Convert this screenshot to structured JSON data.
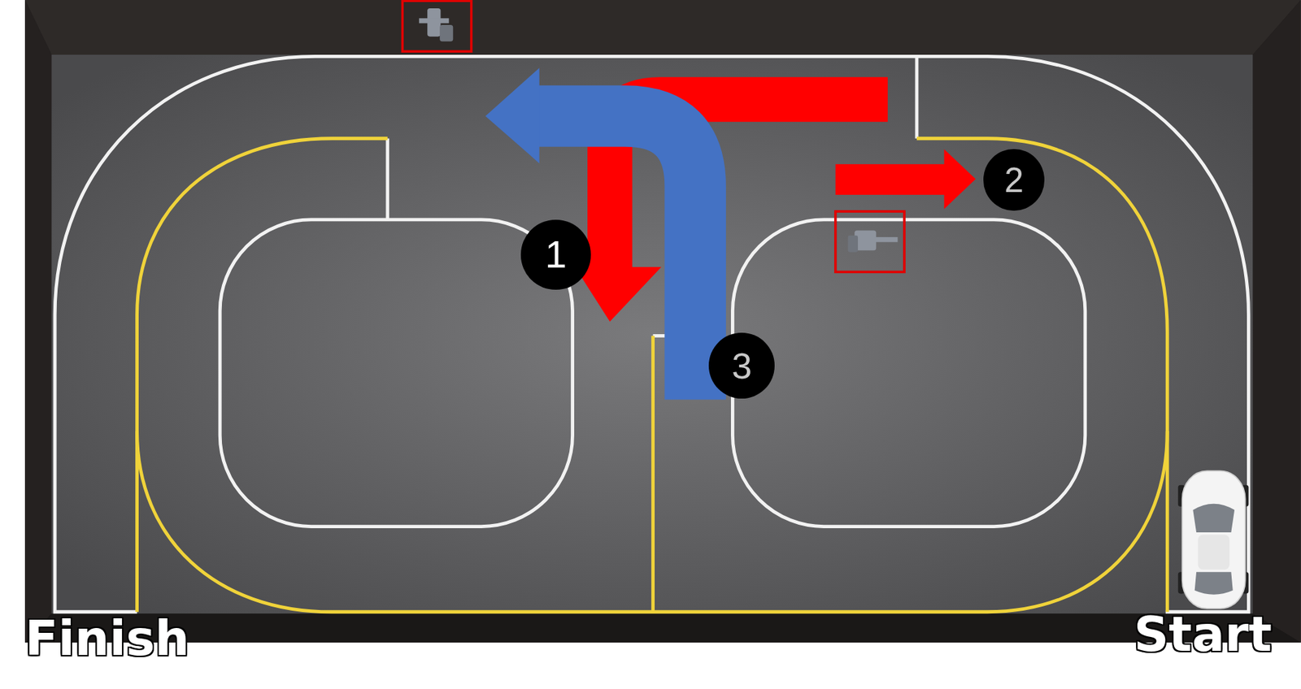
{
  "diagram": {
    "nodes": [
      {
        "text": [
          "2"
        ]
      },
      {
        "text": [
          "1"
        ]
      },
      {
        "text": [
          "3"
        ]
      }
    ],
    "labels": [
      "Finish",
      "Start"
    ]
  }
}
